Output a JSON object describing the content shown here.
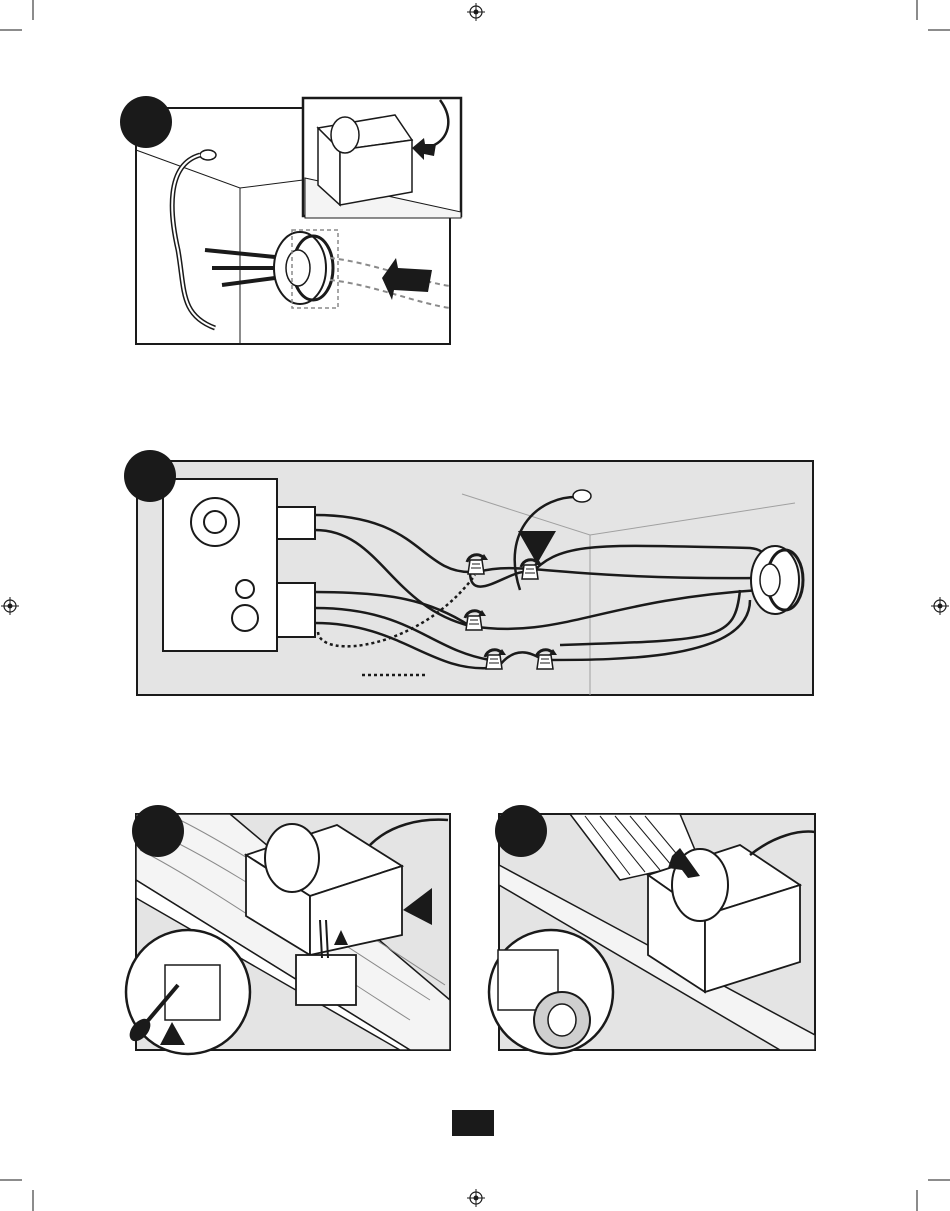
{
  "page": {
    "number": ""
  },
  "figures": [
    {
      "id": "step-knockout-cable",
      "step_label": ""
    },
    {
      "id": "step-wiring-diagram",
      "step_label": ""
    },
    {
      "id": "step-junction-box",
      "step_label": ""
    },
    {
      "id": "step-duct-connect",
      "step_label": ""
    }
  ],
  "icons": [
    "registration-mark-icon",
    "trim-mark-icon",
    "arrow-icon",
    "warning-triangle-icon",
    "wire-nut-icon",
    "screwdriver-icon"
  ],
  "colors": {
    "ink": "#1a1a1a",
    "panel_gray": "#e4e4e4",
    "dashed_gray": "#8a8a8a",
    "wood": "#f4f4f4"
  }
}
